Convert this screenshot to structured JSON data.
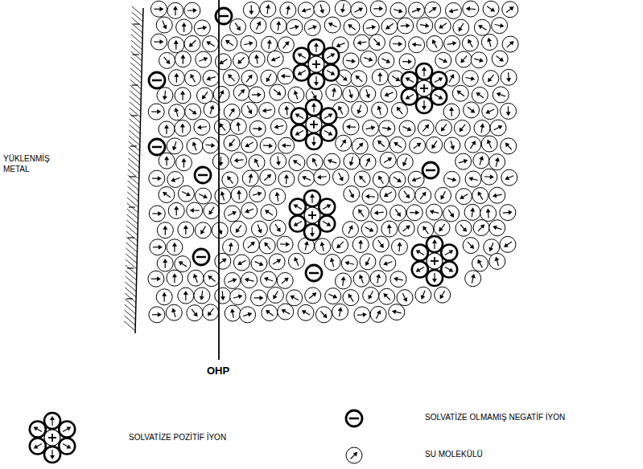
{
  "diagram": {
    "labels": [
      "YÜKLENMİŞ METAL",
      "OHP"
    ],
    "legend": [
      {
        "text": "SOLVATİZE POZİTİF İYON"
      },
      {
        "text": "SOLVATİZE OLMAMIŞ NEGATİF İYON"
      },
      {
        "text": "SU MOLEKÜLÜ"
      }
    ]
  }
}
